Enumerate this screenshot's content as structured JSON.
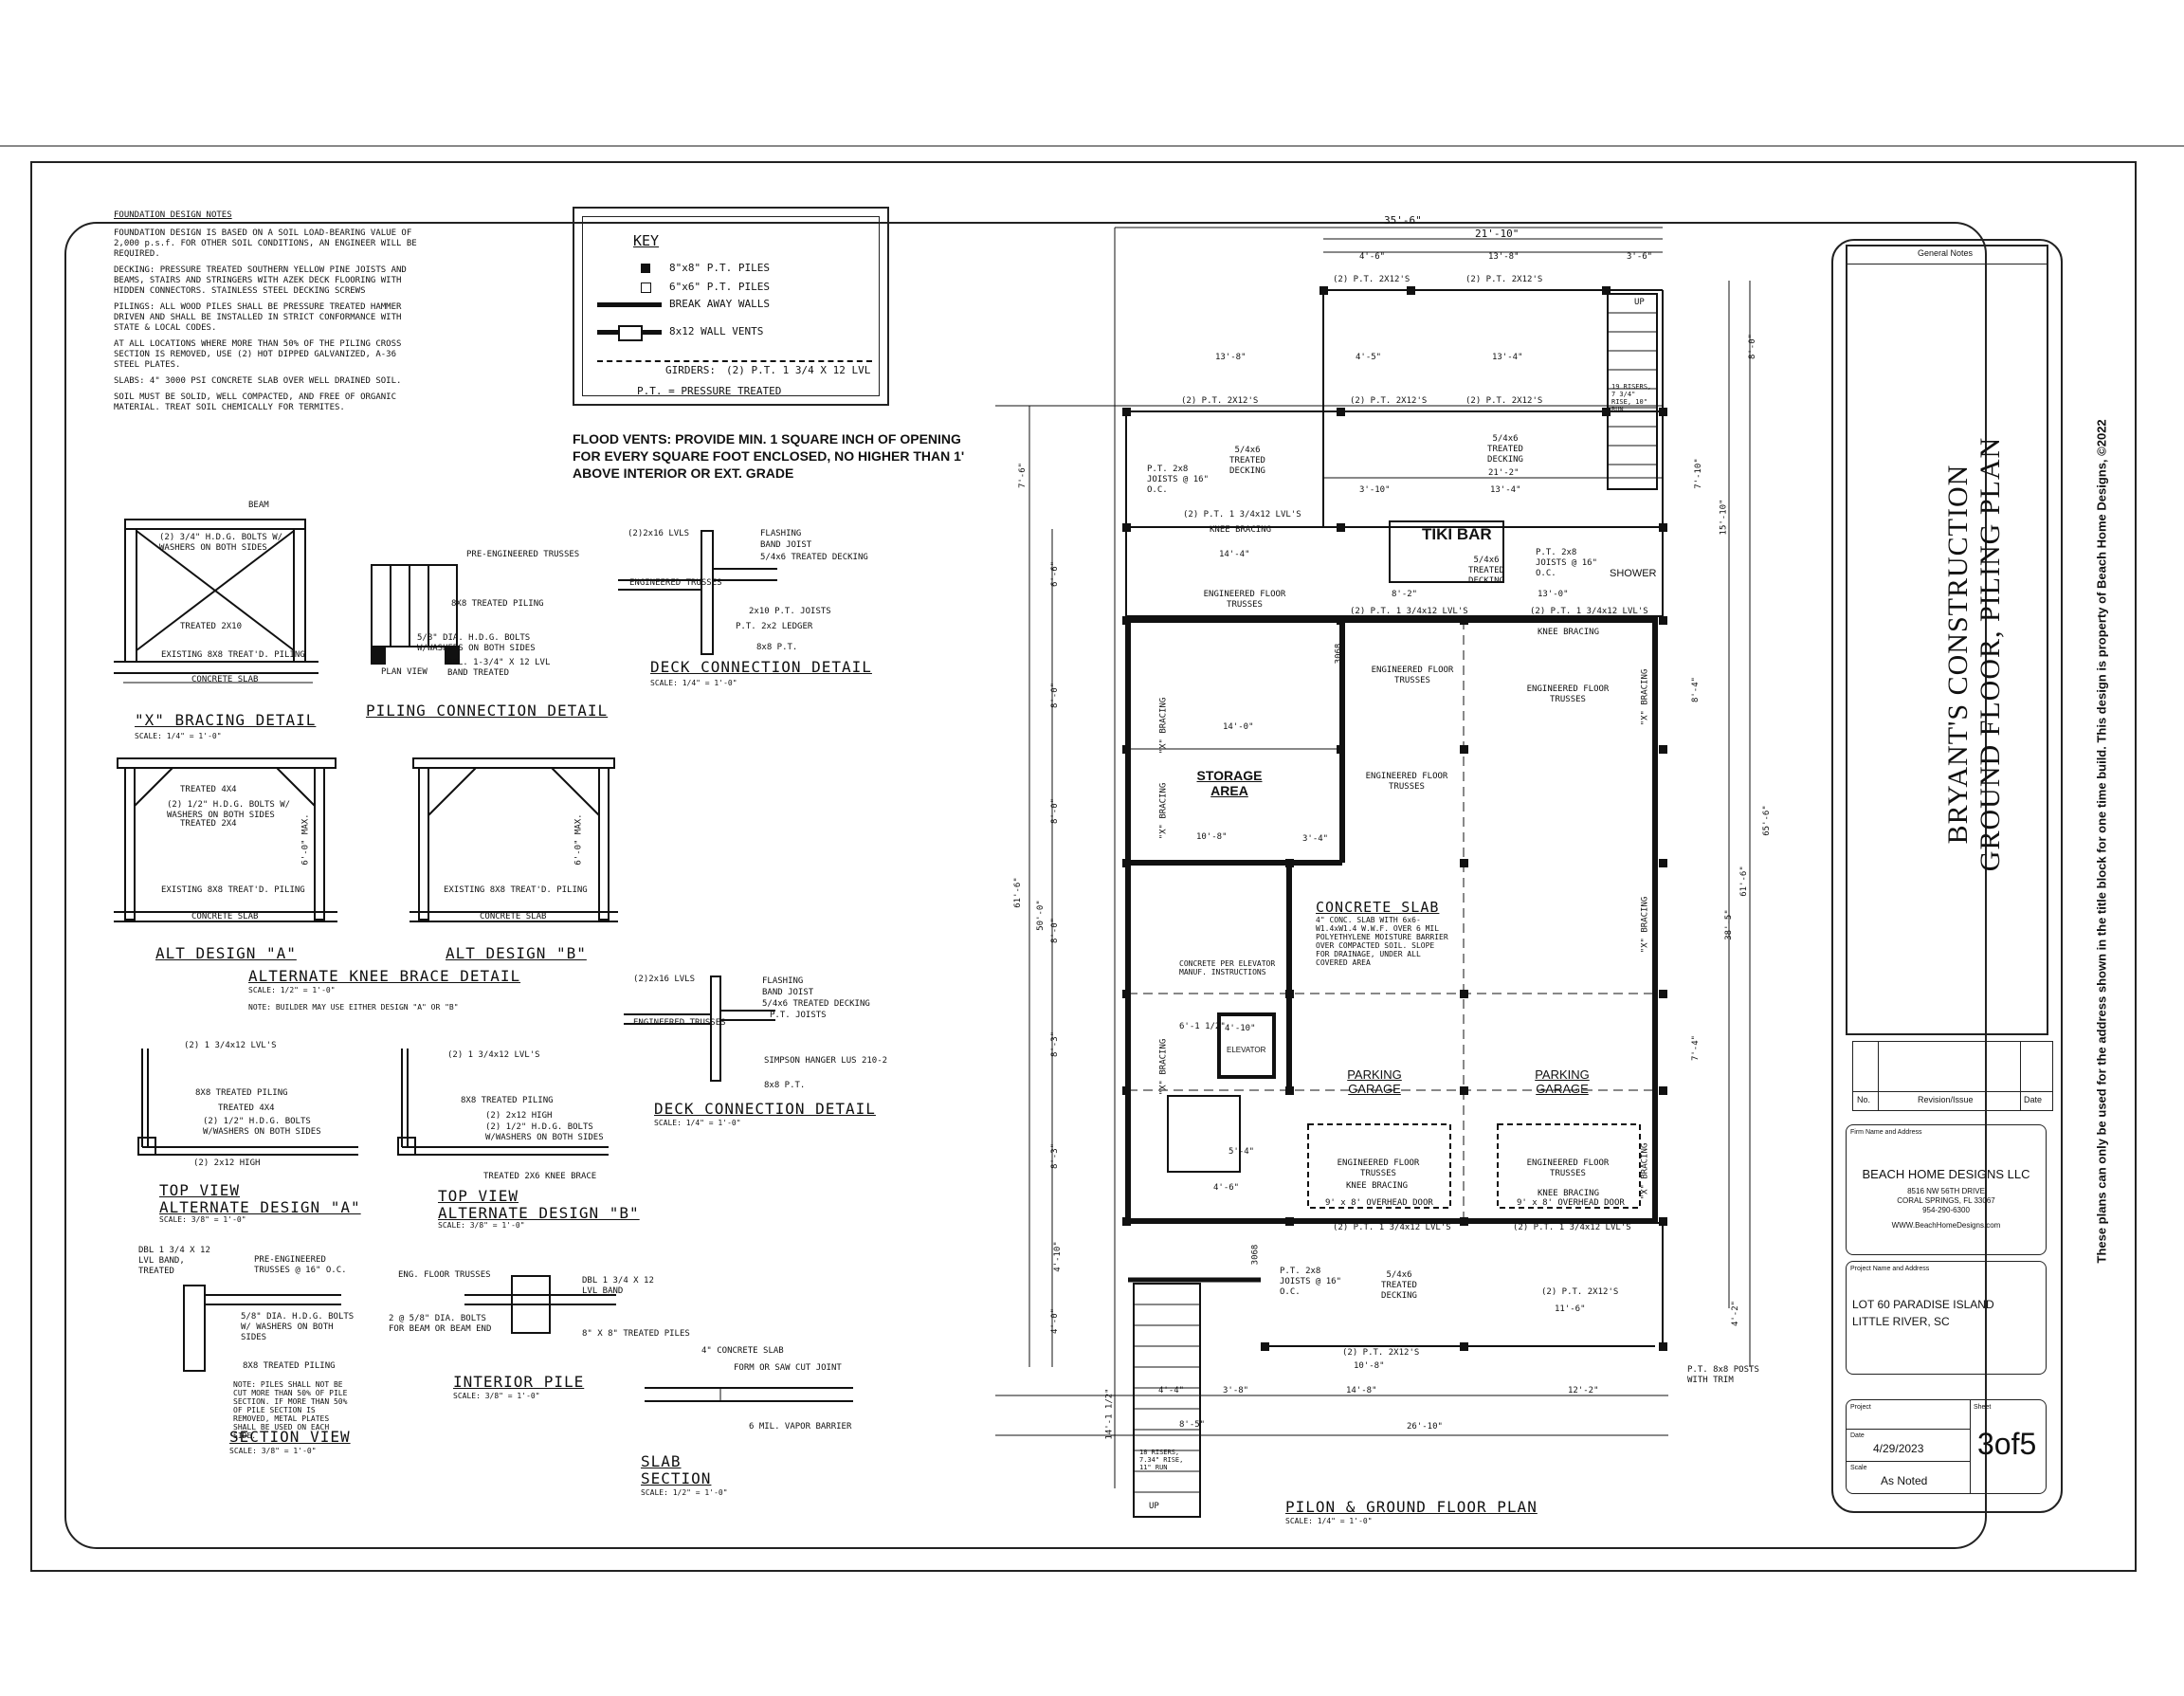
{
  "foundation_notes": {
    "title": "FOUNDATION DESIGN NOTES",
    "p1": "FOUNDATION DESIGN IS BASED ON A SOIL LOAD-BEARING VALUE OF 2,000 p.s.f. FOR OTHER SOIL CONDITIONS, AN ENGINEER WILL BE REQUIRED.",
    "p2": "DECKING: PRESSURE TREATED SOUTHERN YELLOW PINE JOISTS AND BEAMS, STAIRS AND STRINGERS WITH AZEK DECK FLOORING WITH HIDDEN CONNECTORS. STAINLESS STEEL DECKING SCREWS",
    "p3": "PILINGS: ALL WOOD PILES SHALL BE PRESSURE TREATED HAMMER DRIVEN AND SHALL BE INSTALLED IN STRICT CONFORMANCE WITH STATE & LOCAL CODES.",
    "p4": "AT ALL LOCATIONS WHERE MORE THAN 50% OF THE PILING CROSS SECTION IS REMOVED, USE (2) HOT DIPPED GALVANIZED, A-36 STEEL PLATES.",
    "p5": "SLABS: 4\" 3000 PSI CONCRETE SLAB OVER WELL DRAINED SOIL.",
    "p6": "SOIL MUST BE SOLID, WELL COMPACTED, AND FREE OF ORGANIC MATERIAL. TREAT SOIL CHEMICALLY FOR TERMITES."
  },
  "key": {
    "title": "KEY",
    "items": [
      "8\"x8\" P.T. PILES",
      "6\"x6\" P.T. PILES",
      "BREAK AWAY WALLS",
      "8x12 WALL VENTS"
    ],
    "girders": "GIRDERS:",
    "girders_spec": "(2) P.T. 1 3/4 X 12 LVL",
    "pt": "P.T. = PRESSURE TREATED"
  },
  "flood_vents": {
    "line1": "FLOOD VENTS: PROVIDE MIN. 1 SQUARE INCH OF OPENING",
    "line2": "FOR EVERY SQUARE FOOT ENCLOSED, NO HIGHER THAN 1'",
    "line3": "ABOVE INTERIOR OR EXT. GRADE"
  },
  "details": {
    "x_bracing": {
      "title": "\"X\" BRACING DETAIL",
      "scale": "SCALE: 1/4\" = 1'-0\"",
      "beam": "BEAM",
      "bolts": "(2) 3/4\" H.D.G. BOLTS W/ WASHERS ON BOTH SIDES",
      "treated": "TREATED 2X10",
      "piling": "EXISTING 8X8 TREAT'D. PILING",
      "slab": "CONCRETE SLAB"
    },
    "piling_conn": {
      "title": "PILING CONNECTION DETAIL",
      "trusses": "PRE-ENGINEERED TRUSSES",
      "piling": "8X8 TREATED PILING",
      "bolts": "5/8\" DIA. H.D.G. BOLTS W/WASHERS ON BOTH SIDES",
      "band": "DBL. 1-3/4\" X 12 LVL BAND TREATED",
      "plan": "PLAN VIEW"
    },
    "deck_conn1": {
      "title": "DECK CONNECTION DETAIL",
      "scale": "SCALE: 1/4\" = 1'-0\"",
      "lvls": "(2)2x16 LVLS",
      "flashing": "FLASHING",
      "band": "BAND JOIST",
      "decking": "5/4x6 TREATED DECKING",
      "trusses": "ENGINEERED TRUSSES",
      "joists": "2x10 P.T. JOISTS",
      "ledger": "P.T. 2x2 LEDGER",
      "pt": "8x8 P.T."
    },
    "alt_a": {
      "title": "ALT DESIGN \"A\"",
      "treated4": "TREATED 4X4",
      "bolts": "(2) 1/2\" H.D.G. BOLTS W/ WASHERS ON BOTH SIDES",
      "treated2": "TREATED 2X4",
      "max": "6'-0\" MAX.",
      "piling": "EXISTING 8X8 TREAT'D. PILING",
      "slab": "CONCRETE SLAB"
    },
    "alt_b": {
      "title": "ALT DESIGN \"B\"",
      "max": "6'-0\" MAX.",
      "piling": "EXISTING 8X8 TREAT'D. PILING",
      "slab": "CONCRETE SLAB"
    },
    "knee": {
      "title": "ALTERNATE KNEE BRACE DETAIL",
      "scale": "SCALE: 1/2\" = 1'-0\"",
      "note": "NOTE: BUILDER MAY USE EITHER DESIGN \"A\" OR \"B\""
    },
    "deck_conn2": {
      "title": "DECK CONNECTION DETAIL",
      "scale": "SCALE: 1/4\" = 1'-0\"",
      "lvls": "(2)2x16 LVLS",
      "flashing": "FLASHING",
      "band": "BAND JOIST",
      "decking": "5/4x6 TREATED DECKING",
      "joists": "P.T. JOISTS",
      "trusses": "ENGINEERED TRUSSES",
      "hanger": "SIMPSON HANGER LUS 210-2",
      "pt": "8x8 P.T."
    },
    "top_a": {
      "title1": "TOP VIEW",
      "title2": "ALTERNATE DESIGN \"A\"",
      "scale": "SCALE: 3/8\" = 1'-0\"",
      "lvl": "(2) 1 3/4x12 LVL'S",
      "piling": "8X8 TREATED PILING",
      "treated": "TREATED 4X4",
      "bolts": "(2) 1/2\" H.D.G. BOLTS W/WASHERS ON BOTH SIDES",
      "high": "(2) 2x12 HIGH"
    },
    "top_b": {
      "title1": "TOP VIEW",
      "title2": "ALTERNATE DESIGN \"B\"",
      "scale": "SCALE: 3/8\" = 1'-0\"",
      "lvl": "(2) 1 3/4x12 LVL'S",
      "piling": "8X8 TREATED PILING",
      "high": "(2) 2x12 HIGH",
      "bolts": "(2) 1/2\" H.D.G. BOLTS W/WASHERS ON BOTH SIDES",
      "knee": "TREATED 2X6 KNEE BRACE"
    },
    "section": {
      "title": "SECTION VIEW",
      "scale": "SCALE: 3/8\" = 1'-0\"",
      "band": "DBL 1 3/4 X 12 LVL BAND, TREATED",
      "trusses": "PRE-ENGINEERED TRUSSES @ 16\" O.C.",
      "bolts": "5/8\" DIA. H.D.G. BOLTS W/ WASHERS ON BOTH SIDES",
      "piling": "8X8 TREATED PILING",
      "note": "NOTE: PILES SHALL NOT BE CUT MORE THAN 50% OF PILE SECTION. IF MORE THAN 50% OF PILE SECTION IS REMOVED, METAL PLATES SHALL BE USED ON EACH SIDE."
    },
    "interior": {
      "title": "INTERIOR PILE",
      "scale": "SCALE: 3/8\" = 1'-0\"",
      "trusses": "ENG. FLOOR TRUSSES",
      "band": "DBL 1 3/4 X 12 LVL BAND",
      "bolts": "2 @ 5/8\" DIA. BOLTS FOR BEAM OR BEAM END",
      "piles": "8\" X 8\" TREATED PILES"
    },
    "slab": {
      "title1": "SLAB",
      "title2": "SECTION",
      "scale": "SCALE: 1/2\" = 1'-0\"",
      "conc": "4\" CONCRETE SLAB",
      "joint": "FORM OR SAW CUT JOINT",
      "vapor": "6 MIL. VAPOR BARRIER"
    }
  },
  "plan": {
    "title": "PILON & GROUND FLOOR PLAN",
    "scale": "SCALE: 1/4\" = 1'-0\"",
    "tiki": "TIKI BAR",
    "shower": "SHOWER",
    "storage": "STORAGE AREA",
    "concrete": "CONCRETE SLAB",
    "concrete_note": "4\" CONC. SLAB WITH 6x6-W1.4xW1.4 W.W.F. OVER 6 MIL POLYETHYLENE MOISTURE BARRIER OVER COMPACTED SOIL. SLOPE FOR DRAINAGE, UNDER ALL COVERED AREA",
    "garage": "PARKING GARAGE",
    "elevator": "ELEVATOR",
    "elev_note": "CONCRETE PER ELEVATOR MANUF. INSTRUCTIONS",
    "knee": "KNEE BRACING",
    "eng_trusses": "ENGINEERED FLOOR TRUSSES",
    "door": "9' x 8' OVERHEAD DOOR",
    "decking": "5/4x6 TREATED DECKING",
    "posts": "P.T. 8x8 POSTS WITH TRIM",
    "risers_top": "19 RISERS, 7 3/4\" RISE, 10\" RUN",
    "risers_bot": "18 RISERS, 7.34\" RISE, 11\" RUN",
    "up": "UP",
    "dims": {
      "top_total": "35'-6\"",
      "top_21": "21'-10\"",
      "d_4_6": "4'-6\"",
      "d_13_8": "13'-8\"",
      "d_3_6": "3'-6\"",
      "d_13_8b": "13'-8\"",
      "d_4_5": "4'-5\"",
      "d_13_4": "13'-4\"",
      "d_21_2": "21'-2\"",
      "d_3_10": "3'-10\"",
      "d_13_4b": "13'-4\"",
      "d_14_4": "14'-4\"",
      "d_8_2": "8'-2\"",
      "d_13_0": "13'-0\"",
      "d_14_0": "14'-0\"",
      "d_10_8": "10'-8\"",
      "d_3_4": "3'-4\"",
      "d_4_10": "4'-10\"",
      "d_6_1": "6'-1 1/2\"",
      "d_5_4": "5'-4\"",
      "d_4_6b": "4'-6\"",
      "d_11_6": "11'-6\"",
      "d_10_8b": "10'-8\"",
      "d_4_4": "4'-4\"",
      "d_3_8": "3'-8\"",
      "d_14_8": "14'-8\"",
      "d_12_2": "12'-2\"",
      "d_26_10": "26'-10\"",
      "d_8_5": "8'-5\"",
      "d_14_1": "14'-1 1/2\"",
      "left_61": "61'-6\"",
      "left_50": "50'-0\"",
      "right_65": "65'-6\"",
      "right_61": "61'-6\"",
      "right_15": "15'-10\"",
      "right_38": "38'-5\"",
      "d_7_6": "7'-6\"",
      "d_6_6": "6'-6\"",
      "d_8_0": "8'-0\"",
      "d_8_3": "8'-3\"",
      "d_8_4": "8'-4\"",
      "d_7_4": "7'-4\"",
      "d_4_0": "4'-0\"",
      "d_4_2": "4'-2\"",
      "d_7_10": "7'-10\""
    },
    "labels": {
      "pt2x12": "(2) P.T. 2X12'S",
      "ptlvl": "(2) P.T. 1 3/4x12 LVL'S",
      "xbrace": "\"X\" BRACING",
      "joist": "P.T. 2x8 JOISTS @ 16\" O.C.",
      "d3068": "3068"
    }
  },
  "title_block": {
    "general_notes": "General Notes",
    "project": "BRYANT'S CONSTRUCTION",
    "sheet_name": "GROUND FLOOR, PILING PLAN",
    "copyright": "These plans can only be used for the address shown in the title block for one time build. This design is property of Beach Home Designs, ©2022",
    "no": "No.",
    "revision": "Revision/Issue",
    "date_h": "Date",
    "firm_label": "Firm Name and Address",
    "firm": "BEACH HOME DESIGNS LLC",
    "addr1": "8516 NW 56TH DRIVE",
    "addr2": "CORAL SPRINGS, FL 33067",
    "phone": "954-290-6300",
    "web": "WWW.BeachHomeDesigns.com",
    "proj_label": "Project Name and Address",
    "lot": "LOT 60 PARADISE ISLAND",
    "city": "LITTLE RIVER, SC",
    "project_h": "Project",
    "sheet_h": "Sheet",
    "date_label": "Date",
    "date": "4/29/2023",
    "scale_label": "Scale",
    "scale": "As Noted",
    "sheet": "3of5"
  }
}
